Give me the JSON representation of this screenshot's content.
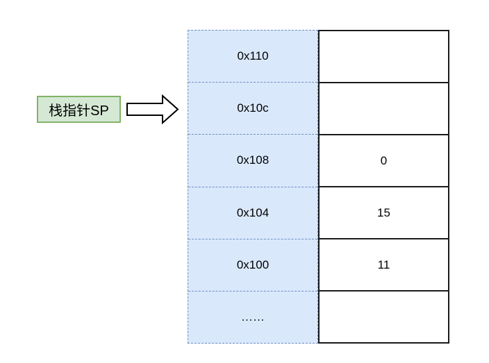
{
  "diagram": {
    "title_semantic": "stack-memory-diagram",
    "pointer": {
      "label": "栈指针SP",
      "points_to_address": "0x10c"
    },
    "memory_table": {
      "rows": [
        {
          "address": "0x110",
          "value": ""
        },
        {
          "address": "0x10c",
          "value": ""
        },
        {
          "address": "0x108",
          "value": "0"
        },
        {
          "address": "0x104",
          "value": "15"
        },
        {
          "address": "0x100",
          "value": "11"
        },
        {
          "address": "……",
          "value": ""
        }
      ]
    },
    "colors": {
      "address_cell_fill": "#dae8fc",
      "address_cell_border": "#6c8ebf",
      "value_cell_border": "#1a1a1a",
      "pointer_label_fill": "#d5e8d4",
      "pointer_label_border": "#82b366",
      "text": "#000000"
    }
  }
}
